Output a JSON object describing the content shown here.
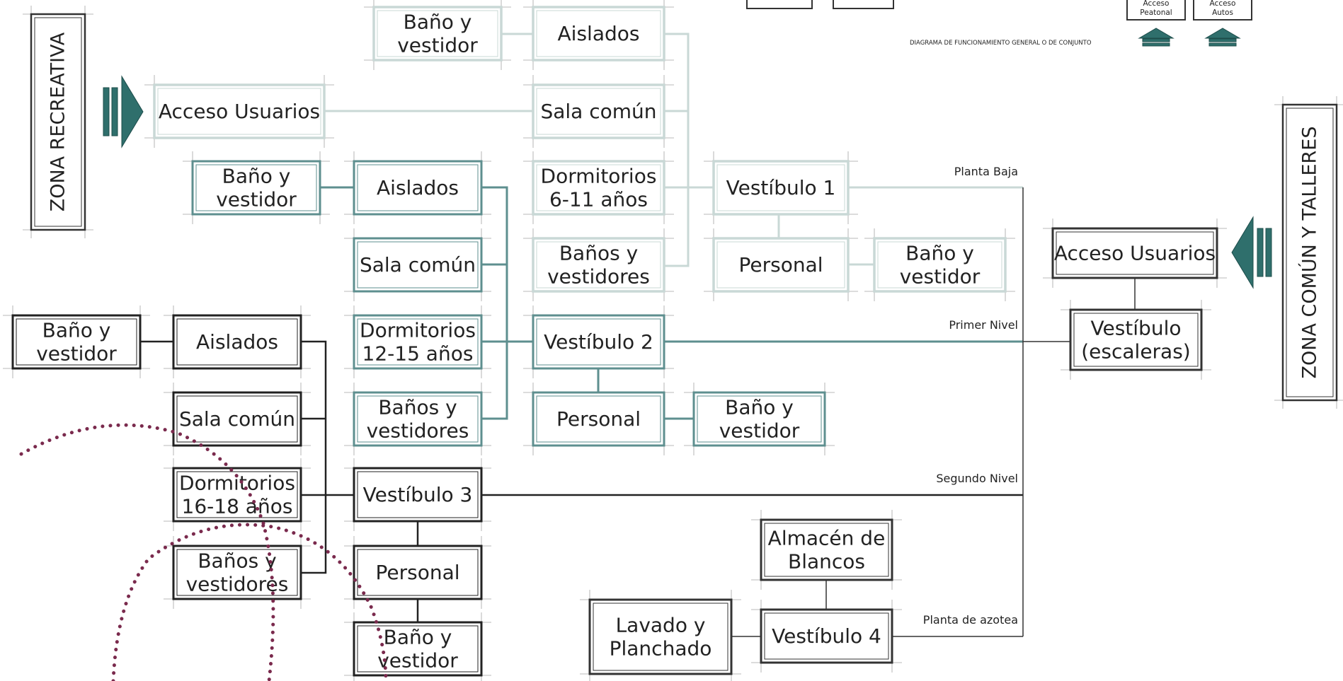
{
  "header": {
    "caption": "DIAGRAMA DE FUNCIONAMIENTO GENERAL O DE CONJUNTO",
    "access_pedestrian": [
      "Acceso",
      "Peatonal"
    ],
    "access_cars": [
      "Acceso",
      "Autos"
    ]
  },
  "zones": {
    "left": "ZONA RECREATIVA",
    "right": "ZONA COMÚN Y TALLERES"
  },
  "levels": {
    "ground": "Planta Baja",
    "first": "Primer Nivel",
    "second": "Segundo Nivel",
    "roof": "Planta de azotea"
  },
  "colors": {
    "ground": "#c9d8d6",
    "first": "#5e8f8f",
    "second": "#222222",
    "roof": "#333333",
    "arrow": "#2f6f6c",
    "dots": "#7a2a4d"
  },
  "nodes": {
    "pb_bano": [
      "Baño y",
      "vestidor"
    ],
    "pb_aislados": [
      "Aislados"
    ],
    "pb_acceso": [
      "Acceso Usuarios"
    ],
    "pb_sala": [
      "Sala común"
    ],
    "pb_dorm": [
      "Dormitorios",
      "6-11 años"
    ],
    "pb_banos": [
      "Baños y",
      "vestidores"
    ],
    "pb_vest": [
      "Vestíbulo 1"
    ],
    "pb_personal": [
      "Personal"
    ],
    "pb_bano2": [
      "Baño y",
      "vestidor"
    ],
    "n1_bano": [
      "Baño y",
      "vestidor"
    ],
    "n1_aislados": [
      "Aislados"
    ],
    "n1_sala": [
      "Sala común"
    ],
    "n1_dorm": [
      "Dormitorios",
      "12-15 años"
    ],
    "n1_banos": [
      "Baños y",
      "vestidores"
    ],
    "n1_vest": [
      "Vestíbulo 2"
    ],
    "n1_personal": [
      "Personal"
    ],
    "n1_bano2": [
      "Baño y",
      "vestidor"
    ],
    "n2_bano": [
      "Baño y",
      "vestidor"
    ],
    "n2_aislados": [
      "Aislados"
    ],
    "n2_sala": [
      "Sala común"
    ],
    "n2_dorm": [
      "Dormitorios",
      "16-18 años"
    ],
    "n2_banos": [
      "Baños y",
      "vestidores"
    ],
    "n2_vest": [
      "Vestíbulo 3"
    ],
    "n2_personal": [
      "Personal"
    ],
    "n2_bano2": [
      "Baño y",
      "vestidor"
    ],
    "r_almacen": [
      "Almacén de",
      "Blancos"
    ],
    "r_lavado": [
      "Lavado y",
      "Planchado"
    ],
    "r_vest": [
      "Vestíbulo 4"
    ],
    "right_acceso": [
      "Acceso Usuarios"
    ],
    "right_vest": [
      "Vestíbulo",
      "(escaleras)"
    ]
  }
}
